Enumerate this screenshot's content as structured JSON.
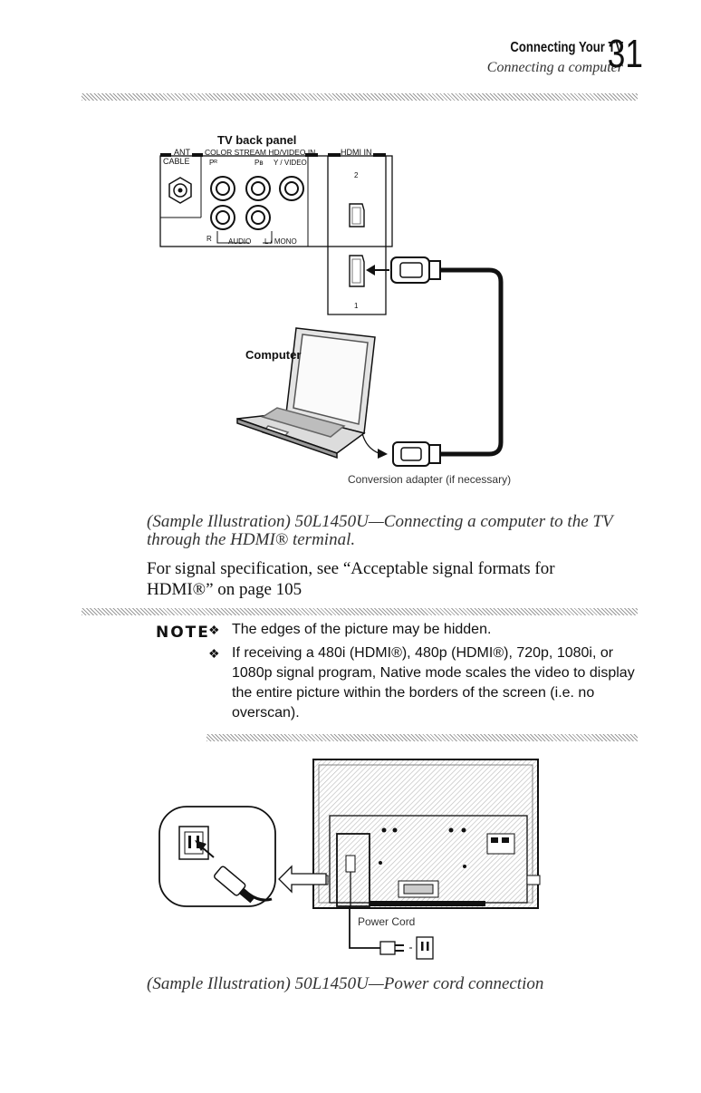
{
  "header": {
    "title": "Connecting Your TV",
    "subtitle": "Connecting a computer",
    "page_number": "31"
  },
  "figure1": {
    "panel_label": "TV back panel",
    "ant_label": "ANT",
    "cable_label": "CABLE",
    "color_stream_label": "COLOR STREAM HD/VIDEO IN",
    "pr_label": "Pᴿ",
    "pb_label": "Pʙ",
    "y_video_label": "Y / VIDEO",
    "r_label": "R",
    "audio_label": "AUDIO",
    "l_mono_label": "L / MONO",
    "hdmi_in_label": "HDMI IN",
    "hdmi_2_label": "2",
    "hdmi_1_label": "1",
    "computer_label": "Computer",
    "adapter_label": "Conversion adapter (if necessary)",
    "caption": "(Sample Illustration) 50L1450U—Connecting a computer to the TV through the HDMI® terminal."
  },
  "body": {
    "paragraph": "For signal specification, see “Acceptable signal formats for HDMI®” on page 105"
  },
  "note": {
    "label": "NOTE",
    "items": [
      "The edges of the picture may be hidden.",
      "If receiving a 480i (HDMI®), 480p (HDMI®), 720p, 1080i, or 1080p signal program, Native mode scales the video to display the entire picture within the borders of the screen (i.e. no overscan)."
    ]
  },
  "figure2": {
    "power_cord_label": "Power Cord",
    "caption": "(Sample Illustration) 50L1450U—Power cord connection"
  }
}
